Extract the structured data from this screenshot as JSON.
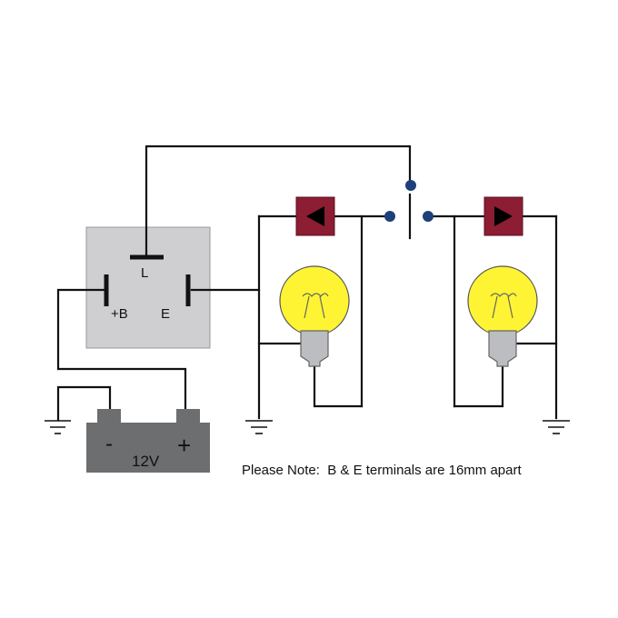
{
  "relay": {
    "terminal_l_label": "L",
    "terminal_b_label": "+B",
    "terminal_e_label": "E"
  },
  "battery": {
    "negative_label": "-",
    "positive_label": "+",
    "voltage_label": "12V"
  },
  "note": {
    "text": "Please Note:  B & E terminals are 16mm apart"
  },
  "colors": {
    "relay_body": "#cfcfd1",
    "battery_body": "#6d6e70",
    "indicator_box": "#8c1d32",
    "bulb_glass": "#fef433",
    "bulb_base": "#bcbdc0",
    "switch_contact": "#1f3f7a",
    "wire": "#111111"
  },
  "icons": {
    "left_indicator": "left-arrow-icon",
    "right_indicator": "right-arrow-icon",
    "bulbs": "light-bulb-icon",
    "grounds": "ground-symbol-icon"
  }
}
